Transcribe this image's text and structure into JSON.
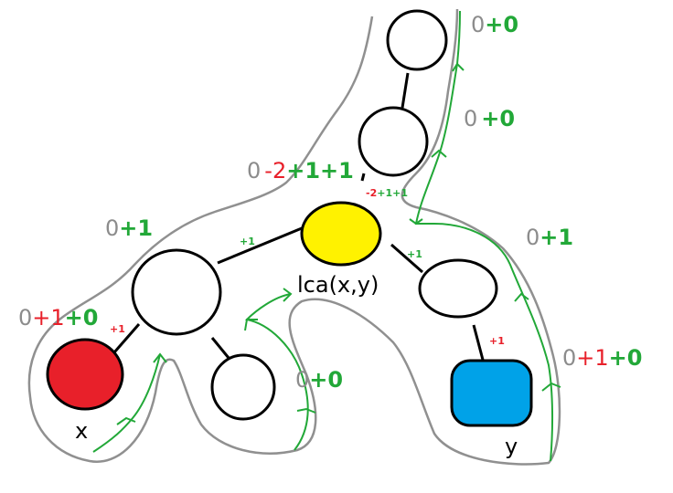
{
  "colors": {
    "gray": "#8c8c8c",
    "red": "#e8202a",
    "green": "#22a838",
    "outline": "#909090",
    "node_x": "#e8202a",
    "node_lca": "#fff200",
    "node_y": "#00a2e8"
  },
  "nodes": {
    "x_label": "x",
    "y_label": "y",
    "lca_label": "lca(x,y)"
  },
  "labels": {
    "top_right": {
      "a": "0",
      "b": "+0"
    },
    "mid_right": {
      "a": "0",
      "b": "+0"
    },
    "lca_sum": {
      "a": "0",
      "b": "-2",
      "c": "+1+1"
    },
    "lca_small": {
      "a": "-2",
      "b": "+1+1"
    },
    "left_top": {
      "a": "0",
      "b": "+1"
    },
    "left_x": {
      "a": "0",
      "b": "+1",
      "c": "+0"
    },
    "edge_small_left": "+1",
    "edge_small_x": "+1",
    "edge_small_right": "+1",
    "edge_small_y": "+1",
    "right_one": {
      "a": "0",
      "b": "+1"
    },
    "right_y": {
      "a": "0",
      "b": "+1",
      "c": "+0"
    },
    "middle_zero": {
      "a": "0",
      "b": "+0"
    }
  }
}
